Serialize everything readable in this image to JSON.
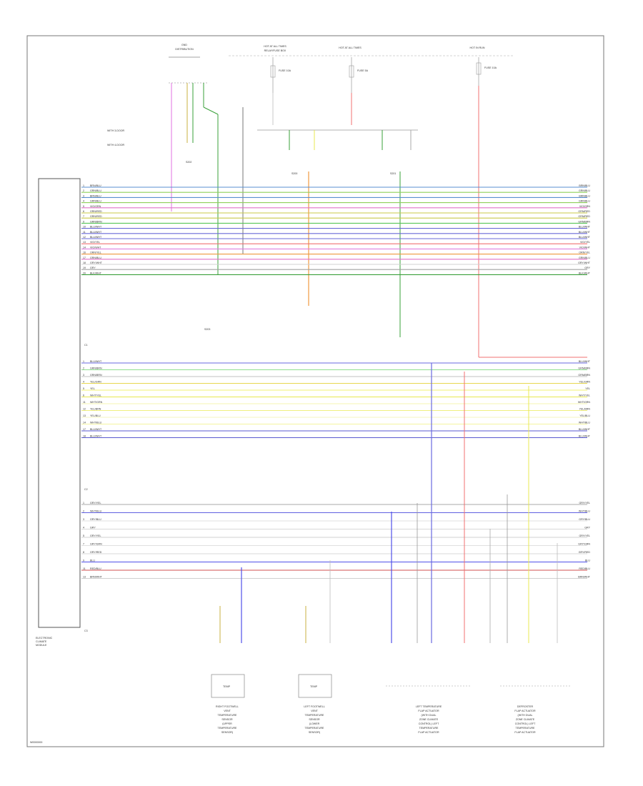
{
  "module": {
    "title_lines": [
      "ELECTRONIC",
      "CLIMATE",
      "MODULE"
    ],
    "connector_top": "C1",
    "connector_mid": "C2",
    "connector_bottom": "C3"
  },
  "power": {
    "sources": [
      {
        "lines": [
          "GND",
          "DISTRIBUTION"
        ]
      },
      {
        "lines": [
          "HOT AT ALL TIMES",
          "RELAY/FUSE BOX"
        ]
      },
      {
        "lines": [
          "HOT AT ALL TIMES"
        ]
      },
      {
        "lines": [
          "HOT IN RUN"
        ]
      }
    ],
    "fuses": [
      "FUSE 10A",
      "FUSE 5A",
      "FUSE 10A"
    ]
  },
  "legend": {
    "lines": [
      "WITH 3-DOOR",
      "WITH 4-DOOR"
    ]
  },
  "footer_code": "W0000000",
  "wires": {
    "c1": [
      {
        "pin": "1",
        "color": "BRN/BLU",
        "hex": "#5a8fd0"
      },
      {
        "pin": "2",
        "color": "GRN/BLU",
        "hex": "#8fd05a"
      },
      {
        "pin": "3",
        "color": "BRN/BLU",
        "hex": "#5a8fd0"
      },
      {
        "pin": "4",
        "color": "GRN/BLU",
        "hex": "#8fd05a"
      },
      {
        "pin": "5",
        "color": "VIO/GRN",
        "hex": "#e070c8"
      },
      {
        "pin": "6",
        "color": "GRN/RED",
        "hex": "#c8c84a"
      },
      {
        "pin": "7",
        "color": "GRN/RED",
        "hex": "#c8c84a"
      },
      {
        "pin": "9",
        "color": "GRN/BRN",
        "hex": "#58c658"
      },
      {
        "pin": "10",
        "color": "BLU/WHT",
        "hex": "#6a6ad8"
      },
      {
        "pin": "11",
        "color": "BLU/WHT",
        "hex": "#6a6ad8"
      },
      {
        "pin": "12",
        "color": "BLU/WHT",
        "hex": "#6a6ad8"
      },
      {
        "pin": "13",
        "color": "VIO/YEL",
        "hex": "#f07070"
      },
      {
        "pin": "14",
        "color": "VIO/WHT",
        "hex": "#e080e0"
      },
      {
        "pin": "16",
        "color": "ORN/YEL",
        "hex": "#f09a40"
      },
      {
        "pin": "17",
        "color": "GRN/BLU",
        "hex": "#e070c8"
      },
      {
        "pin": "18",
        "color": "GRY/WHT",
        "hex": "#d0d0d0"
      },
      {
        "pin": "19",
        "color": "GRY",
        "hex": "#a0a0a0"
      },
      {
        "pin": "20",
        "color": "BLK/WHT",
        "hex": "#3aa03a"
      }
    ],
    "c2": [
      {
        "pin": "1",
        "color": "BLU/WHT",
        "hex": "#6a6ae0"
      },
      {
        "pin": "2",
        "color": "GRN/BRN",
        "hex": "#90e090"
      },
      {
        "pin": "3",
        "color": "GRN/BRN",
        "hex": "#c0c0c0"
      },
      {
        "pin": "4",
        "color": "YEL/GRN",
        "hex": "#e8d850"
      },
      {
        "pin": "5",
        "color": "YEL",
        "hex": "#f0f070"
      },
      {
        "pin": "6",
        "color": "WHT/YEL",
        "hex": "#e8e850"
      },
      {
        "pin": "11",
        "color": "WHT/GRN",
        "hex": "#f4f4b0"
      },
      {
        "pin": "12",
        "color": "YEL/BRN",
        "hex": "#f0f080"
      },
      {
        "pin": "13",
        "color": "YEL/BLU",
        "hex": "#f4f4c0"
      },
      {
        "pin": "14",
        "color": "WHT/BLU",
        "hex": "#f4f4a0"
      },
      {
        "pin": "17",
        "color": "BLU/WHT",
        "hex": "#5a5ad0"
      },
      {
        "pin": "18",
        "color": "BLU/WHT",
        "hex": "#5a5ad0"
      }
    ],
    "c3": [
      {
        "pin": "1",
        "color": "GRY/YEL",
        "hex": "#a8a8a8"
      },
      {
        "pin": "2",
        "color": "WHT/BLU",
        "hex": "#6060e0"
      },
      {
        "pin": "3",
        "color": "GRY/BLU",
        "hex": "#e0e0e0"
      },
      {
        "pin": "4",
        "color": "GRY",
        "hex": "#d8d8d8"
      },
      {
        "pin": "5",
        "color": "GRY/YEL",
        "hex": "#d0d0d0"
      },
      {
        "pin": "7",
        "color": "GRY/GRN",
        "hex": "#e0e0e0"
      },
      {
        "pin": "8",
        "color": "GRY/RED",
        "hex": "#d8d8d8"
      },
      {
        "pin": "9",
        "color": "BLU",
        "hex": "#5050e8"
      },
      {
        "pin": "11",
        "color": "RED/BLU",
        "hex": "#d05050"
      },
      {
        "pin": "13",
        "color": "BRN/WHT",
        "hex": "#d0d0d0"
      }
    ]
  },
  "components": [
    {
      "lines": [
        "RIGHT FOOTWELL",
        "VENT",
        "TEMPERATURE",
        "SENSOR",
        "(UPPER",
        "TEMPERATURE",
        "SENSOR)"
      ]
    },
    {
      "lines": [
        "LEFT FOOTWELL",
        "VENT",
        "TEMPERATURE",
        "SENSOR",
        "(LOWER",
        "TEMPERATURE",
        "SENSOR)"
      ]
    },
    {
      "lines": [
        "LEFT TEMPERATURE",
        "FLAP ACTUATOR",
        "(WITH DUAL",
        "ZONE CLIMATE",
        "CONTROL) LEFT",
        "TEMPERATURE",
        "FLAP ACTUATOR"
      ]
    },
    {
      "lines": [
        "DEFROSTER",
        "FLAP ACTUATOR",
        "(WITH DUAL",
        "ZONE CLIMATE",
        "CONTROL) LEFT",
        "TEMPERATURE",
        "FLAP ACTUATOR"
      ]
    }
  ],
  "splices": [
    "S200",
    "S201",
    "S202",
    "S203"
  ]
}
